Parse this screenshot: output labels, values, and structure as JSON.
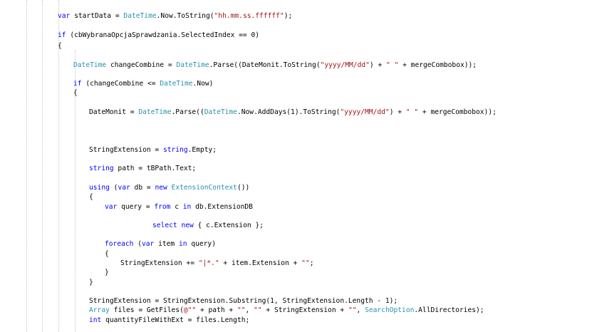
{
  "editor": {
    "language": "C#",
    "colors": {
      "keyword": "#0000ff",
      "type": "#2b91af",
      "string": "#a31515",
      "text": "#000000",
      "background": "#ffffff",
      "indent_guide": "#c8c8c8"
    },
    "lines": [
      {
        "tokens": [
          {
            "t": "var",
            "c": "kw"
          },
          {
            "t": " startData = ",
            "c": "pl"
          },
          {
            "t": "DateTime",
            "c": "ty"
          },
          {
            "t": ".Now.ToString(",
            "c": "pl"
          },
          {
            "t": "\"hh.mm.ss.ffffff\"",
            "c": "st"
          },
          {
            "t": ");",
            "c": "pl"
          }
        ]
      },
      {
        "tokens": [
          {
            "t": "if",
            "c": "kw"
          },
          {
            "t": " (cbWybranaOpcjaSprawdzania.SelectedIndex == 0)",
            "c": "pl"
          }
        ]
      },
      {
        "tokens": [
          {
            "t": "{",
            "c": "pl"
          }
        ]
      },
      {
        "tokens": [
          {
            "t": "DateTime",
            "c": "ty"
          },
          {
            "t": " changeCombine = ",
            "c": "pl"
          },
          {
            "t": "DateTime",
            "c": "ty"
          },
          {
            "t": ".Parse((DateMonit.ToString(",
            "c": "pl"
          },
          {
            "t": "\"yyyy/MM/dd\"",
            "c": "st"
          },
          {
            "t": ") + ",
            "c": "pl"
          },
          {
            "t": "\" \"",
            "c": "st"
          },
          {
            "t": " + mergeCombobox));",
            "c": "pl"
          }
        ]
      },
      {
        "tokens": [
          {
            "t": "if",
            "c": "kw"
          },
          {
            "t": " (changeCombine <= ",
            "c": "pl"
          },
          {
            "t": "DateTime",
            "c": "ty"
          },
          {
            "t": ".Now)",
            "c": "pl"
          }
        ]
      },
      {
        "tokens": [
          {
            "t": "{",
            "c": "pl"
          }
        ]
      },
      {
        "tokens": [
          {
            "t": "DateMonit = ",
            "c": "pl"
          },
          {
            "t": "DateTime",
            "c": "ty"
          },
          {
            "t": ".Parse((",
            "c": "pl"
          },
          {
            "t": "DateTime",
            "c": "ty"
          },
          {
            "t": ".Now.AddDays(1).ToString(",
            "c": "pl"
          },
          {
            "t": "\"yyyy/MM/dd\"",
            "c": "st"
          },
          {
            "t": ") + ",
            "c": "pl"
          },
          {
            "t": "\" \"",
            "c": "st"
          },
          {
            "t": " + mergeCombobox));",
            "c": "pl"
          }
        ]
      },
      {
        "tokens": [
          {
            "t": "StringExtension = ",
            "c": "pl"
          },
          {
            "t": "string",
            "c": "kw"
          },
          {
            "t": ".Empty;",
            "c": "pl"
          }
        ]
      },
      {
        "tokens": [
          {
            "t": "string",
            "c": "kw"
          },
          {
            "t": " path = tBPath.Text;",
            "c": "pl"
          }
        ]
      },
      {
        "tokens": [
          {
            "t": "using",
            "c": "kw"
          },
          {
            "t": " (",
            "c": "pl"
          },
          {
            "t": "var",
            "c": "kw"
          },
          {
            "t": " db = ",
            "c": "pl"
          },
          {
            "t": "new",
            "c": "kw"
          },
          {
            "t": " ",
            "c": "pl"
          },
          {
            "t": "ExtensionContext",
            "c": "ty"
          },
          {
            "t": "())",
            "c": "pl"
          }
        ]
      },
      {
        "tokens": [
          {
            "t": "{",
            "c": "pl"
          }
        ]
      },
      {
        "tokens": [
          {
            "t": "var",
            "c": "kw"
          },
          {
            "t": " query = ",
            "c": "pl"
          },
          {
            "t": "from",
            "c": "kw"
          },
          {
            "t": " c ",
            "c": "pl"
          },
          {
            "t": "in",
            "c": "kw"
          },
          {
            "t": " db.ExtensionDB",
            "c": "pl"
          }
        ]
      },
      {
        "tokens": [
          {
            "t": "select",
            "c": "kw"
          },
          {
            "t": " ",
            "c": "pl"
          },
          {
            "t": "new",
            "c": "kw"
          },
          {
            "t": " { c.Extension };",
            "c": "pl"
          }
        ]
      },
      {
        "tokens": [
          {
            "t": "foreach",
            "c": "kw"
          },
          {
            "t": " (",
            "c": "pl"
          },
          {
            "t": "var",
            "c": "kw"
          },
          {
            "t": " item ",
            "c": "pl"
          },
          {
            "t": "in",
            "c": "kw"
          },
          {
            "t": " query)",
            "c": "pl"
          }
        ]
      },
      {
        "tokens": [
          {
            "t": "{",
            "c": "pl"
          }
        ]
      },
      {
        "tokens": [
          {
            "t": "StringExtension += ",
            "c": "pl"
          },
          {
            "t": "\"|*.\"",
            "c": "st"
          },
          {
            "t": " + item.Extension + ",
            "c": "pl"
          },
          {
            "t": "\"\"",
            "c": "st"
          },
          {
            "t": ";",
            "c": "pl"
          }
        ]
      },
      {
        "tokens": [
          {
            "t": "}",
            "c": "pl"
          }
        ]
      },
      {
        "tokens": [
          {
            "t": "}",
            "c": "pl"
          }
        ]
      },
      {
        "tokens": [
          {
            "t": "StringExtension = StringExtension.Substring(1, StringExtension.Length - 1);",
            "c": "pl"
          }
        ]
      },
      {
        "tokens": [
          {
            "t": "Array",
            "c": "ty"
          },
          {
            "t": " files = GetFiles(",
            "c": "pl"
          },
          {
            "t": "@\"\"",
            "c": "st"
          },
          {
            "t": " + path + ",
            "c": "pl"
          },
          {
            "t": "\"\"",
            "c": "st"
          },
          {
            "t": ", ",
            "c": "pl"
          },
          {
            "t": "\"\"",
            "c": "st"
          },
          {
            "t": " + StringExtension + ",
            "c": "pl"
          },
          {
            "t": "\"\"",
            "c": "st"
          },
          {
            "t": ", ",
            "c": "pl"
          },
          {
            "t": "SearchOption",
            "c": "ty"
          },
          {
            "t": ".AllDirectories);",
            "c": "pl"
          }
        ]
      },
      {
        "tokens": [
          {
            "t": "int",
            "c": "kw"
          },
          {
            "t": " quantityFileWithExt = files.Length;",
            "c": "pl"
          }
        ]
      }
    ]
  }
}
